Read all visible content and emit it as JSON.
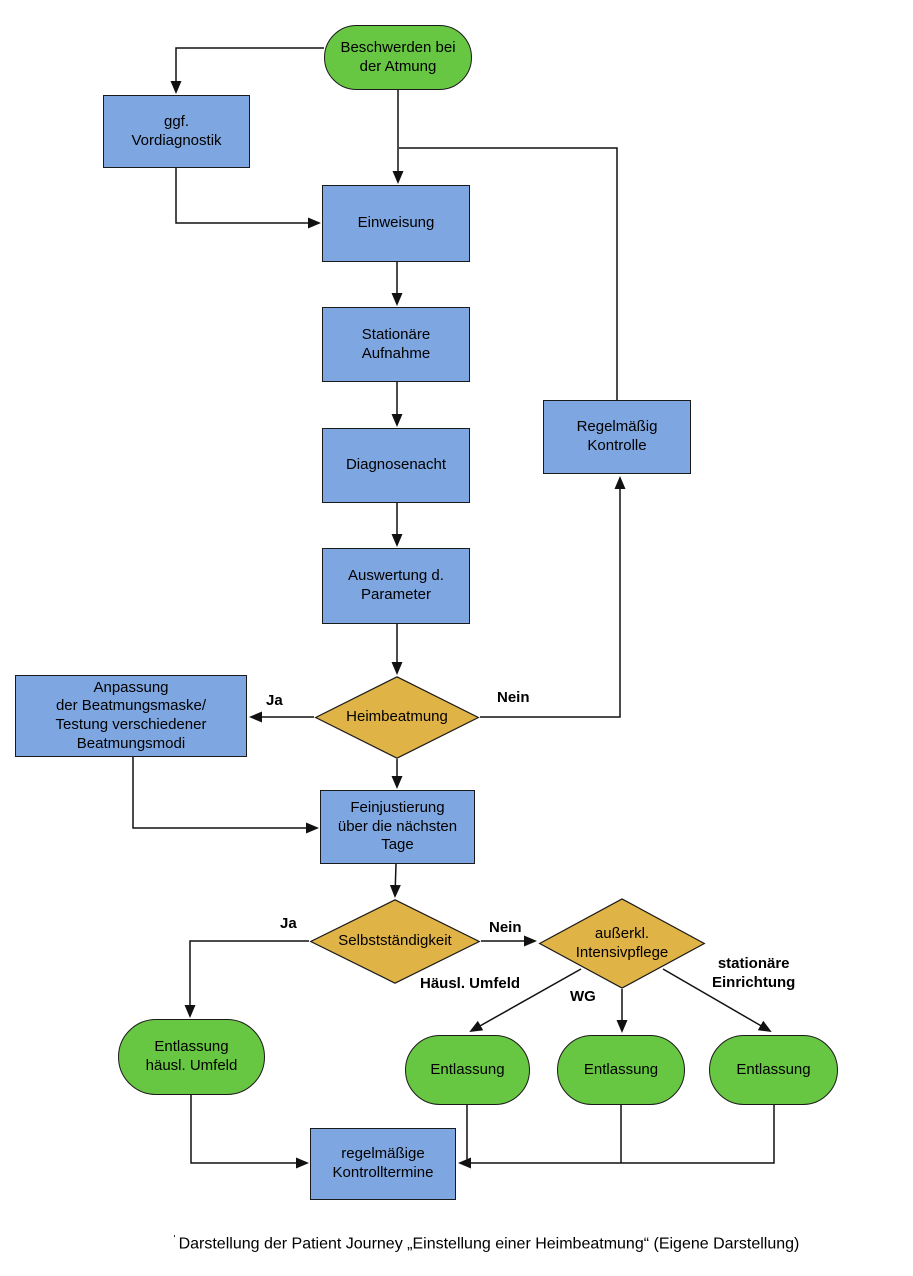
{
  "diagram": {
    "nodes": {
      "start": {
        "label": "Beschwerden bei\nder Atmung"
      },
      "vordiagnostik": {
        "label": "ggf.\nVordiagnostik"
      },
      "einweisung": {
        "label": "Einweisung"
      },
      "stationaere_aufnahme": {
        "label": "Stationäre\nAufnahme"
      },
      "diagnosenacht": {
        "label": "Diagnosenacht"
      },
      "auswertung": {
        "label": "Auswertung d.\nParameter"
      },
      "heimbeatmung": {
        "label": "Heimbeatmung"
      },
      "anpassung": {
        "label": "Anpassung\nder Beatmungsmaske/\nTestung verschiedener\nBeatmungsmodi"
      },
      "regelmaessig_kontrolle": {
        "label": "Regelmäßig\nKontrolle"
      },
      "feinjustierung": {
        "label": "Feinjustierung\nüber die nächsten\nTage"
      },
      "selbststaendigkeit": {
        "label": "Selbstständigkeit"
      },
      "intensivpflege": {
        "label": "außerkl.\nIntensivpflege"
      },
      "entlassung_haeusl": {
        "label": "Entlassung\nhäusl. Umfeld"
      },
      "entlassung_1": {
        "label": "Entlassung"
      },
      "entlassung_2": {
        "label": "Entlassung"
      },
      "entlassung_3": {
        "label": "Entlassung"
      },
      "kontrolltermine": {
        "label": "regelmäßige\nKontrolltermine"
      }
    },
    "edge_labels": {
      "ja_1": "Ja",
      "nein_1": "Nein",
      "ja_2": "Ja",
      "nein_2": "Nein",
      "haeusl_umfeld": "Häusl. Umfeld",
      "wg": "WG",
      "stationaere_einrichtung": "stationäre\nEinrichtung"
    },
    "caption_marker": "'",
    "caption": "Darstellung der Patient Journey „Einstellung einer Heimbeatmung“ (Eigene Darstellung)",
    "colors": {
      "process_fill": "#7EA6E0",
      "terminal_fill": "#67C642",
      "decision_fill": "#E0B347",
      "border": "#1a1a1a",
      "connector": "#111111"
    }
  }
}
